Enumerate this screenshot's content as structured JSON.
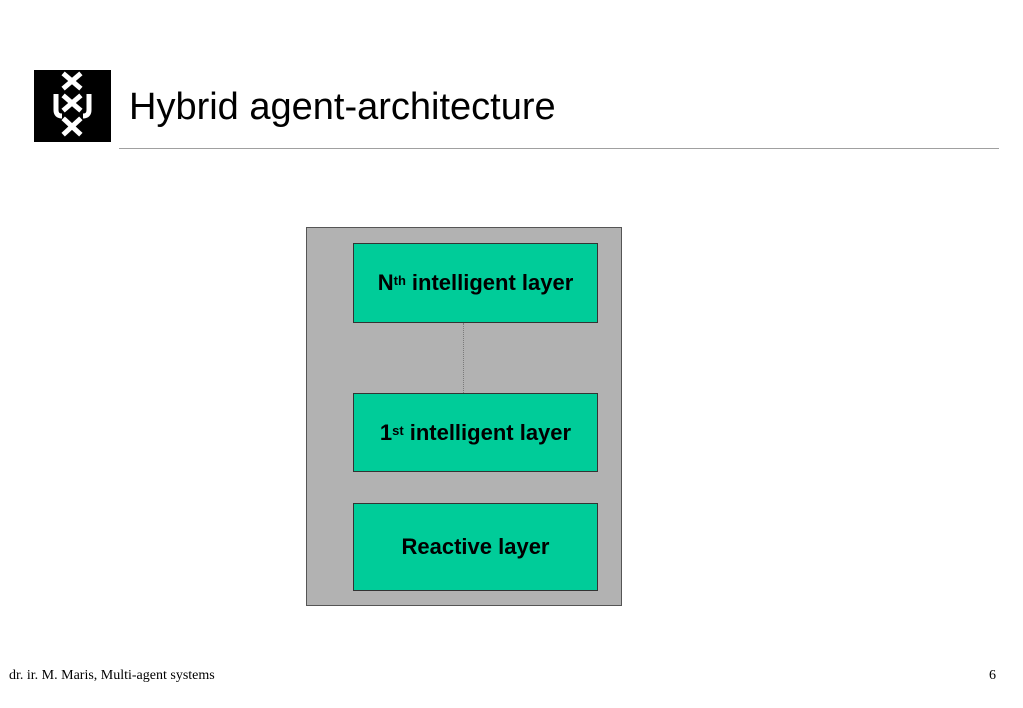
{
  "slide": {
    "title": "Hybrid agent-architecture",
    "logo_icon": "uva-crosses-logo"
  },
  "diagram": {
    "layers": [
      {
        "prefix": "N",
        "superscript": "th",
        "label": "intelligent layer"
      },
      {
        "prefix": "1",
        "superscript": "st",
        "label": "intelligent layer"
      },
      {
        "label": "Reactive layer"
      }
    ],
    "colors": {
      "frame": "#b2b2b2",
      "layer": "#00cc99"
    }
  },
  "footer": {
    "author": "dr. ir. M. Maris, Multi-agent systems",
    "page_number": "6"
  }
}
